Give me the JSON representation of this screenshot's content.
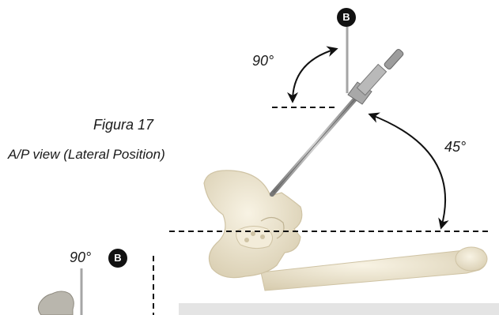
{
  "figure": {
    "title": "Figura 17",
    "subtitle": "A/P view  (Lateral Position)"
  },
  "angles": {
    "top": "90°",
    "right": "45°",
    "lower_left": "90°"
  },
  "markers": {
    "top": "B",
    "lower_left": "B"
  },
  "colors": {
    "bone": "#ece4cf",
    "bone_shadow": "#cfc3a4",
    "instrument": "#9a9a9a",
    "table": "#e4e4e4",
    "line": "#111111"
  }
}
